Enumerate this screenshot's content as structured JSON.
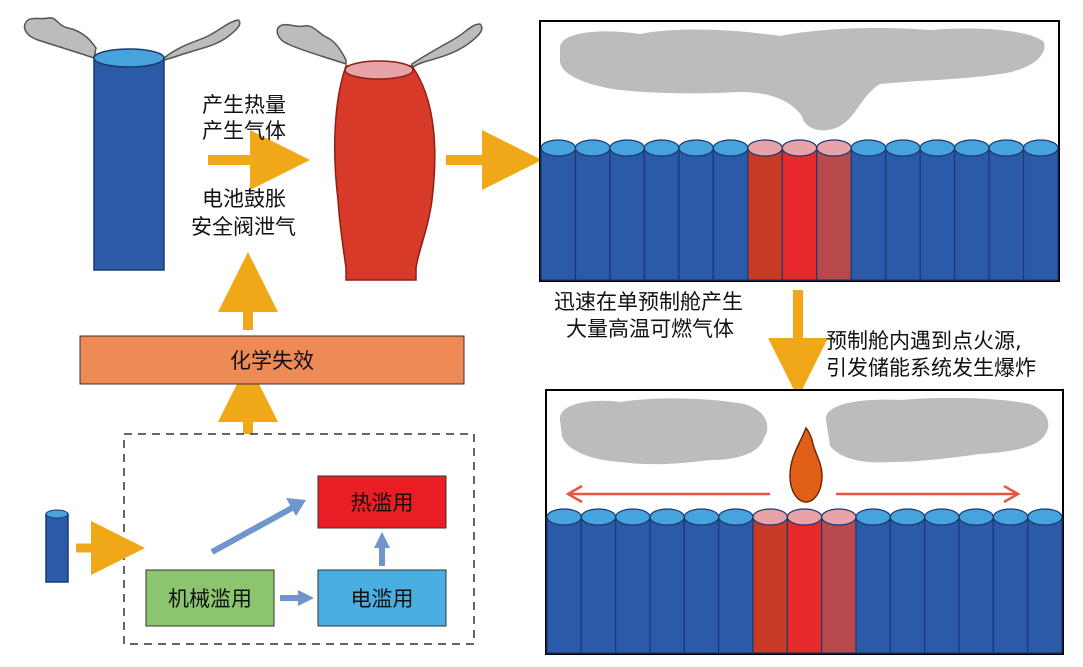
{
  "labels": {
    "heat_gen": "产生热量",
    "gas_gen": "产生气体",
    "swell": "电池鼓胀",
    "vent": "安全阀泄气",
    "chemical_failure": "化学失效",
    "rapid_1": "迅速在单预制舱产生",
    "rapid_2": "大量高温可燃气体",
    "ignite_1": "预制舱内遇到点火源,",
    "ignite_2": "引发储能系统发生爆炸",
    "thermal_abuse": "热滥用",
    "mechanical_abuse": "机械滥用",
    "electrical_abuse": "电滥用"
  },
  "colors": {
    "cell_blue": "#2a5aa8",
    "cell_top": "#47a3dd",
    "hot_red": "#d83a2a",
    "gas_gray": "#bcbcbc",
    "arrow_orange": "#f0a818",
    "arrow_blue": "#6f95cc",
    "chem_box": "#ee8a55",
    "thermal_box": "#ea1c24",
    "mech_box": "#8bc56d",
    "elec_box": "#4aaee3",
    "flame": "#e06018",
    "spread_arrow": "#e8553f"
  }
}
